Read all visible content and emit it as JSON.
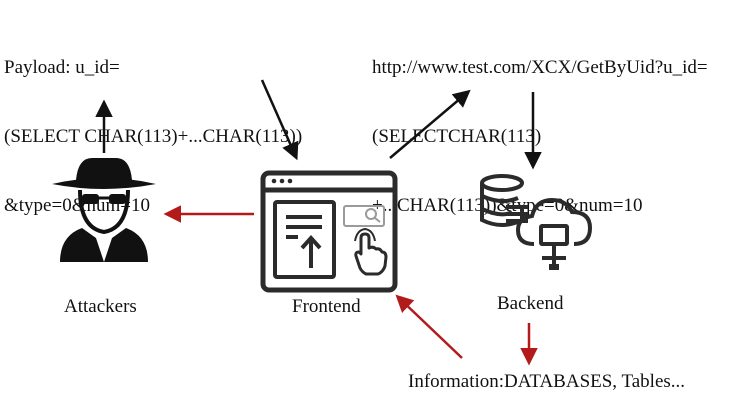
{
  "payload": {
    "line1": "Payload: u_id=",
    "line2": "(SELECT CHAR(113)+...CHAR(113))",
    "line3": "&type=0&num=10"
  },
  "request_url": {
    "line1": "http://www.test.com/XCX/GetByUid?u_id=",
    "line2": "(SELECTCHAR(113)",
    "line3": "+...CHAR(113))&type=0&num=10"
  },
  "labels": {
    "attackers": "Attackers",
    "frontend": "Frontend",
    "backend": "Backend",
    "information": "Information:DATABASES, Tables..."
  },
  "colors": {
    "black_arrow": "#111111",
    "red_arrow": "#b31b1b",
    "icon": "#2b2b2b"
  },
  "icons": [
    "attacker-icon",
    "browser-window-icon",
    "database-icon",
    "cloud-network-icon"
  ]
}
